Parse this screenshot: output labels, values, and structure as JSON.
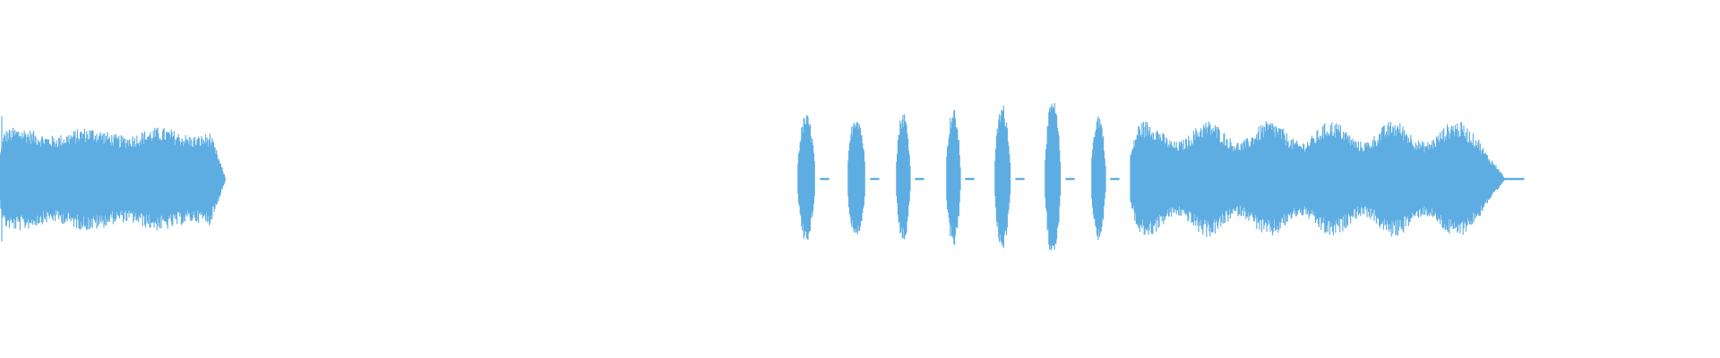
{
  "waveform": {
    "color": "#5dade2",
    "background": "#ffffff",
    "segments": [
      {
        "kind": "sustained",
        "amplitude": 0.31
      },
      {
        "kind": "silence"
      },
      {
        "kind": "pulse",
        "amplitude": 0.46
      },
      {
        "kind": "pulse",
        "amplitude": 0.47
      },
      {
        "kind": "pulse",
        "amplitude": 0.48
      },
      {
        "kind": "pulse",
        "amplitude": 0.5
      },
      {
        "kind": "pulse",
        "amplitude": 0.53
      },
      {
        "kind": "pulse",
        "amplitude": 0.56
      },
      {
        "kind": "pulse",
        "amplitude": 0.47
      },
      {
        "kind": "sustained",
        "amplitude": 0.35
      }
    ]
  }
}
